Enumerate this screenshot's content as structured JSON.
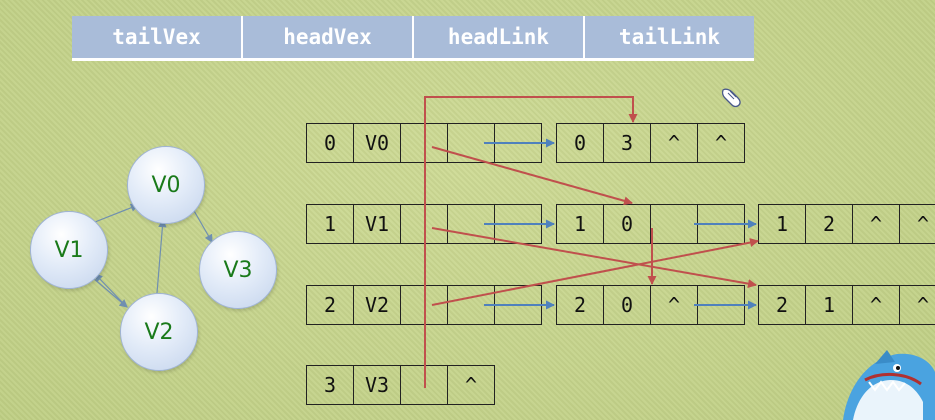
{
  "header": {
    "columns": [
      "tailVex",
      "headVex",
      "headLink",
      "tailLink"
    ]
  },
  "graph": {
    "nodes": [
      "V0",
      "V1",
      "V2",
      "V3"
    ]
  },
  "vertex_table": [
    {
      "index": "0",
      "name": "V0",
      "first_in": "",
      "first_out": ""
    },
    {
      "index": "1",
      "name": "V1",
      "first_in": "",
      "first_out": ""
    },
    {
      "index": "2",
      "name": "V2",
      "first_in": "",
      "first_out": ""
    },
    {
      "index": "3",
      "name": "V3",
      "first_in": "",
      "first_out": "^"
    }
  ],
  "arc_nodes": [
    {
      "tail": "0",
      "head": "3",
      "headlink": "^",
      "taillink": "^"
    },
    {
      "tail": "1",
      "head": "0",
      "headlink": "",
      "taillink": ""
    },
    {
      "tail": "1",
      "head": "2",
      "headlink": "^",
      "taillink": "^"
    },
    {
      "tail": "2",
      "head": "0",
      "headlink": "^",
      "taillink": ""
    },
    {
      "tail": "2",
      "head": "1",
      "headlink": "^",
      "taillink": "^"
    }
  ],
  "colors": {
    "pointer_red": "#c0504d",
    "pointer_blue": "#4f81bd",
    "vertex_label_green": "#1a7a1a",
    "header_fill": "#a9bcd9"
  },
  "icons": [
    "hand-cursor-icon",
    "shark-mascot-icon"
  ]
}
